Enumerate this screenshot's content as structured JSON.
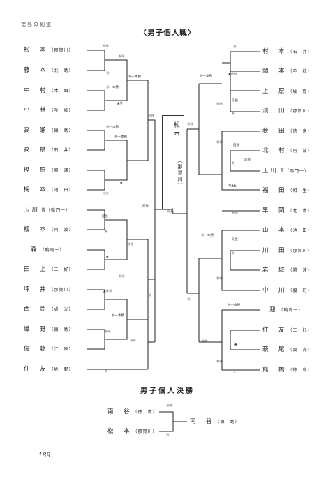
{
  "header": "徳島の剣道",
  "title": "〈男子個人戦〉",
  "final_title": "男子個人決勝",
  "page_number": "189",
  "champion": {
    "name": "松本",
    "affil": "（那賀川）"
  },
  "left_players": [
    {
      "name": "松　本",
      "affil": "（那賀川）"
    },
    {
      "name": "藤　本",
      "affil": "（北　島）"
    },
    {
      "name": "中　村",
      "affil": "（木　頭）"
    },
    {
      "name": "小　林",
      "affil": "（牟　岐）"
    },
    {
      "name": "高　瀬",
      "affil": "（徳　島）"
    },
    {
      "name": "高　橋",
      "affil": "（石　井）"
    },
    {
      "name": "樫　原",
      "affil": "（勝　浦）"
    },
    {
      "name": "梅　本",
      "affil": "（池　田）"
    },
    {
      "name": "玉川",
      "affil": "博（鳴門一）"
    },
    {
      "name": "榎　本",
      "affil": "（阿　波）"
    },
    {
      "name": "森",
      "affil": "（鴨島一）"
    },
    {
      "name": "田　上",
      "affil": "（三　好）"
    },
    {
      "name": "坪　井",
      "affil": "（那賀川）"
    },
    {
      "name": "西　岡",
      "affil": "（貞　光）"
    },
    {
      "name": "織　野",
      "affil": "（徳　島）"
    },
    {
      "name": "佐　藤",
      "affil": "（江　原）"
    },
    {
      "name": "住　友",
      "affil": "（坂　野）"
    }
  ],
  "right_players": [
    {
      "name": "村　本",
      "affil": "（石　井）"
    },
    {
      "name": "岡　本",
      "affil": "（牟　岐）"
    },
    {
      "name": "上　原",
      "affil": "（坂　野）"
    },
    {
      "name": "濱　田",
      "affil": "（那賀川）"
    },
    {
      "name": "秋　田",
      "affil": "（徳　島）"
    },
    {
      "name": "北　村",
      "affil": "（阿　波）"
    },
    {
      "name": "玉川",
      "affil": "晋（鳴門一）"
    },
    {
      "name": "福　田",
      "affil": "（相　生）"
    },
    {
      "name": "早　岡",
      "affil": "（北　島）"
    },
    {
      "name": "山　本",
      "affil": "（池　田）"
    },
    {
      "name": "川　田",
      "affil": "（那賀川）"
    },
    {
      "name": "岩　城",
      "affil": "（勝　浦）"
    },
    {
      "name": "中　川",
      "affil": "（脇　町）"
    },
    {
      "name": "迎",
      "affil": "（鴨島一）"
    },
    {
      "name": "住　友",
      "affil": "（三　好）"
    },
    {
      "name": "萩　尾",
      "affil": "（貞　光）"
    },
    {
      "name": "熊　橋",
      "affil": "（徳　島）"
    }
  ],
  "final": {
    "p1": {
      "name": "南　谷",
      "affil": "（徳　島）"
    },
    "p2": {
      "name": "松　本",
      "affil": "（那賀川）"
    },
    "winner": {
      "name": "南　谷",
      "affil": "（徳　島）"
    }
  },
  "annotations": {
    "a1": "ⓂⓂ",
    "a2": "ⓂⓂ",
    "a3": "Ⓜ",
    "a4": "Ⓜ一本勝",
    "a5": "Ⓜ—本勝",
    "a6": "▲Ⓜ",
    "a7": "Ⓜ—本勝",
    "a8": "Ⓜ一本勝",
    "a9": "▲",
    "a10": "○○",
    "a11": "ⓂⓂ",
    "a12": "延長",
    "a13": "延長",
    "a14": "Ⓜ",
    "a15": "ⓂⓂ",
    "a16": "▲",
    "a17": "ⓂⓂ",
    "a18": "▲ⓂⓂ",
    "a19": "Ⓜ",
    "a20": "Ⓜ一本勝",
    "a21": "ⓂⓂ",
    "a22": "ⓂⓂ",
    "a23": "Ⓜ",
    "a24": "延長",
    "r1": "Ⓜ",
    "r2": "▲ⓂⓂ",
    "r3": "Ⓜ一本勝",
    "r4": "延長",
    "r5": "ⓂⓂ",
    "r6": "Ⓜ",
    "r7": "ⓂⓂ",
    "r8": "ⓂⓂ",
    "r9": "延長",
    "r10": "延長",
    "r11": "Ⓜ",
    "r12": "Ⓜ▲▲",
    "r13": "ⓂⓂ",
    "r14": "Ⓜ—本勝",
    "r15": "延長",
    "r16": "Ⓜ",
    "r17": "ⓂⓂ",
    "r18": "Ⓜ",
    "r19": "Ⓜ—本勝",
    "r20": "ⓂⓂ",
    "r21": "▲",
    "r22": "ⓂⓂ",
    "r23": "○○",
    "f1": "ⓂⓂ",
    "f2": "Ⓜ"
  }
}
